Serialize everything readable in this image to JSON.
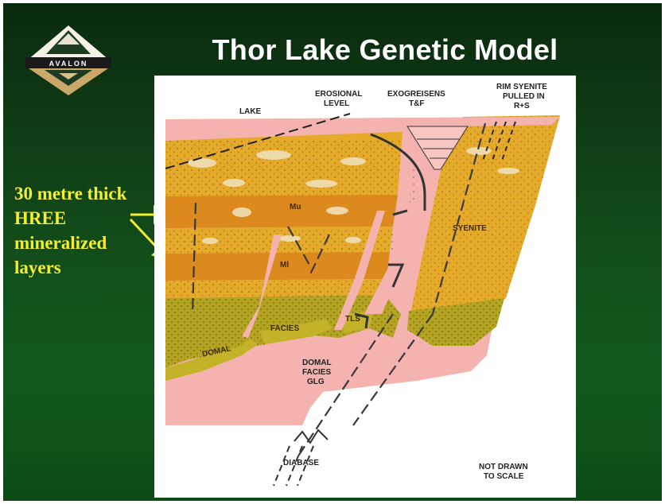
{
  "slide": {
    "title": "Thor Lake Genetic Model",
    "logo_text": "AVALON",
    "callout_lines": [
      "30 metre thick",
      "HREE",
      "mineralized",
      "layers"
    ]
  },
  "diagram": {
    "labels": {
      "lake": "LAKE",
      "erosional_1": "EROSIONAL",
      "erosional_2": "LEVEL",
      "exogreisens_1": "EXOGREISENS",
      "exogreisens_2": "T&F",
      "rim_1": "RIM SYENITE",
      "rim_2": "PULLED IN",
      "rim_3": "R+S",
      "syenite": "SYENITE",
      "mu": "Mu",
      "ml": "Ml",
      "tls": "TLS",
      "facies": "FACIES",
      "domal": "DOMAL",
      "domal_glg_1": "DOMAL",
      "domal_glg_2": "FACIES",
      "domal_glg_3": "GLG",
      "diabase": "DIABASE",
      "scale_1": "NOT DRAWN",
      "scale_2": "TO SCALE"
    }
  },
  "colors": {
    "background_dark": "#0a2a0e",
    "background_green": "#124a1a",
    "callout_yellow": "#f4ee30",
    "layer_yellow": "#e6aa2a",
    "layer_orange": "#dc8a1e",
    "layer_olive": "#b5a422",
    "granite_pink": "#f4b3ae"
  }
}
